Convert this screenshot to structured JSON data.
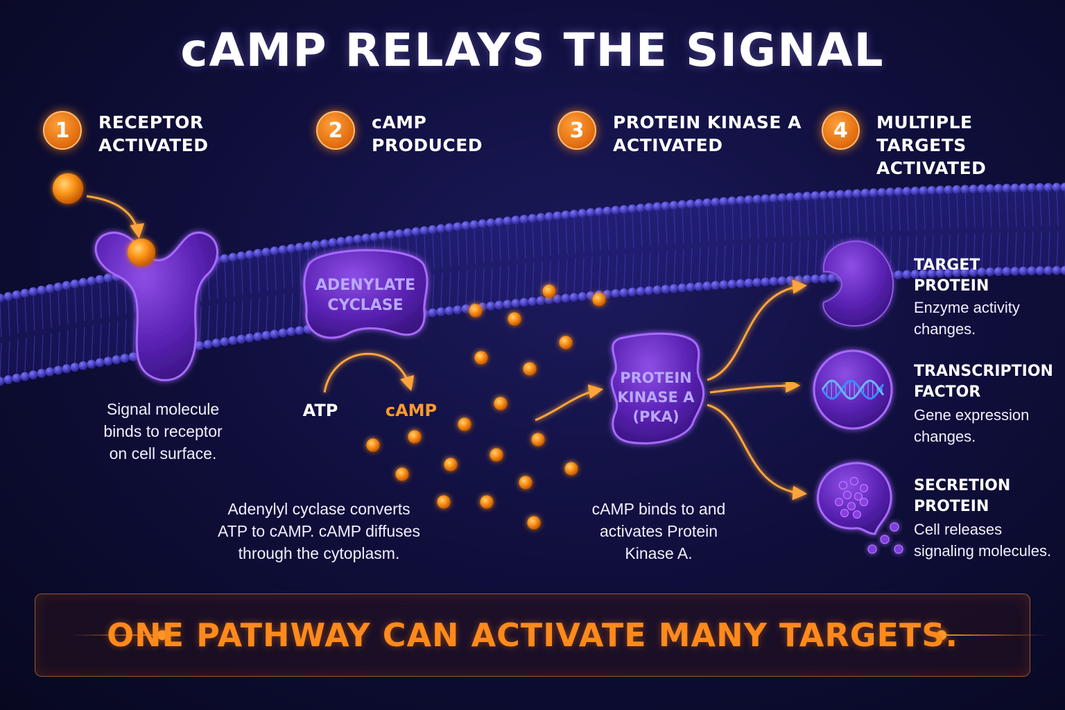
{
  "title": "cAMP RELAYS THE SIGNAL",
  "steps": [
    {
      "num": "1",
      "line1": "RECEPTOR",
      "line2": "ACTIVATED"
    },
    {
      "num": "2",
      "line1": "cAMP",
      "line2": "PRODUCED"
    },
    {
      "num": "3",
      "line1": "PROTEIN KINASE A",
      "line2": "ACTIVATED"
    },
    {
      "num": "4",
      "line1": "MULTIPLE TARGETS",
      "line2": "ACTIVATED"
    }
  ],
  "receptor_caption": [
    "Signal molecule",
    "binds to receptor",
    "on cell surface."
  ],
  "enzyme": {
    "line1": "ADENYLATE",
    "line2": "CYCLASE"
  },
  "reaction": {
    "substrate": "ATP",
    "product": "cAMP"
  },
  "cyclase_caption": [
    "Adenylyl cyclase converts",
    "ATP to cAMP. cAMP diffuses",
    "through the cytoplasm."
  ],
  "pka": {
    "line1": "PROTEIN",
    "line2": "KINASE A",
    "line3": "(PKA)"
  },
  "pka_caption": [
    "cAMP binds to and",
    "activates Protein",
    "Kinase A."
  ],
  "targets": [
    {
      "title1": "TARGET PROTEIN",
      "title2": "",
      "desc1": "Enzyme activity",
      "desc2": "changes."
    },
    {
      "title1": "TRANSCRIPTION",
      "title2": "FACTOR",
      "desc1": "Gene expression",
      "desc2": "changes."
    },
    {
      "title1": "SECRETION",
      "title2": "PROTEIN",
      "desc1": "Cell releases",
      "desc2": "signaling molecules."
    }
  ],
  "banner": "ONE PATHWAY CAN ACTIVATE MANY TARGETS.",
  "colors": {
    "accent": "#ff8a1c",
    "protein": "#6a2fc4",
    "background": "#100f3d"
  }
}
